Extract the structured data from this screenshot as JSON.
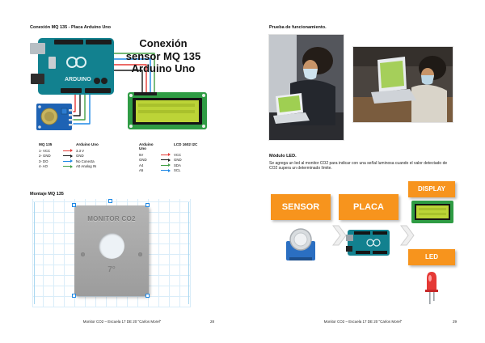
{
  "left_page": {
    "title": "Conexión MQ 135 - Placa Arduino Uno",
    "figure_heading": {
      "line1": "Conexión",
      "line2": "sensor MQ 135",
      "line3": "Arduino Uno"
    },
    "board_label": "ARDUINO",
    "pin_table_mq135": {
      "headers": [
        "MQ 135",
        "Arduino Uno"
      ],
      "rows": [
        {
          "from": "1- VCC",
          "to": "3.3 V",
          "wire_color": "#E53935"
        },
        {
          "from": "2- GND",
          "to": "GND",
          "wire_color": "#1A1A1A"
        },
        {
          "from": "3- DO",
          "to": "No Conecta",
          "wire_color": "#1E88E5"
        },
        {
          "from": "4- AO",
          "to": "A0 Analog IN",
          "wire_color": "#43A047"
        }
      ]
    },
    "pin_table_lcd": {
      "headers": [
        "Arduino Uno",
        "LCD 1602 I2C"
      ],
      "rows": [
        {
          "from": "5V",
          "to": "VCC",
          "wire_color": "#E53935"
        },
        {
          "from": "GND",
          "to": "GND",
          "wire_color": "#1A1A1A"
        },
        {
          "from": "A4",
          "to": "SDA",
          "wire_color": "#43A047"
        },
        {
          "from": "A5",
          "to": "SCL",
          "wire_color": "#1E88E5"
        }
      ]
    },
    "montaje_title": "Montaje MQ 135",
    "render": {
      "box_label": "MONITOR CO2",
      "angle_label": "7°"
    },
    "footer_text": "Monitor CO2 – Escuela 17 DE 20 \"Carlos Morel\"",
    "page_number": "28"
  },
  "right_page": {
    "title": "Prueba de funcionamiento.",
    "module_title": "Módulo LED.",
    "module_text": "Se agrega un led al monitor CO2 para indicar con una señal luminosa cuando el valor detectado de CO2 supera un determinado límite.",
    "flow": {
      "sensor": "SENSOR",
      "placa": "PLACA",
      "display": "DISPLAY",
      "led": "LED"
    },
    "footer_text": "Monitor CO2 – Escuela 17 DE 20 \"Carlos Morel\"",
    "page_number": "29"
  },
  "colors": {
    "accent_orange": "#F7941D",
    "arduino_teal": "#12818F",
    "lcd_green": "#2F9C44",
    "lcd_screen_yellow_green": "#BCD437",
    "mq135_blue": "#1E63B4",
    "workplane_grid_blue": "#DAEDF9",
    "enclosure_gray": "#A8A8A8"
  }
}
